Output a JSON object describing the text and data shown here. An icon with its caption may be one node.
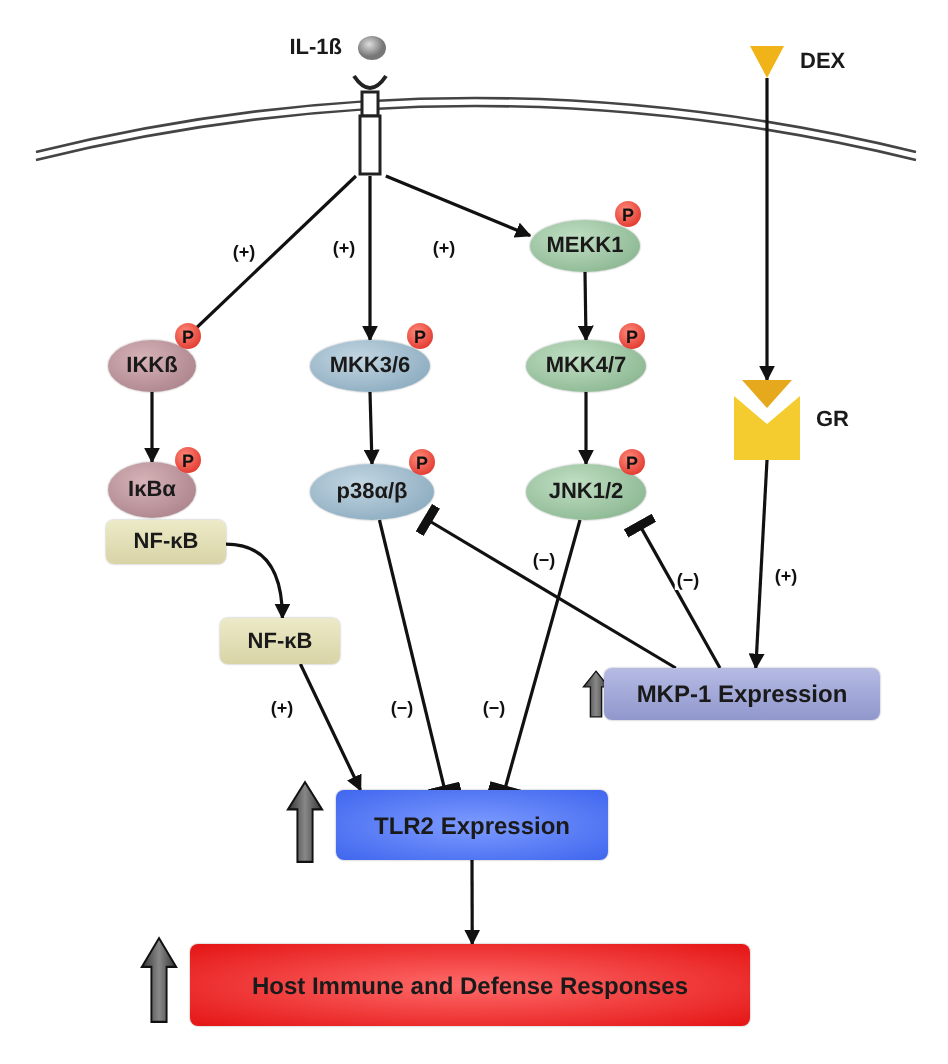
{
  "diagram": {
    "nodes": [
      {
        "text": [],
        "shape": "circle",
        "beside": [
          "IL-1ß"
        ]
      },
      {
        "text": [],
        "shape": "receptor"
      },
      {
        "text": [],
        "shape": "triangle",
        "beside": [
          "DEX"
        ]
      },
      {
        "text": [
          "MEKK1"
        ]
      },
      {
        "text": [
          "IKKß"
        ]
      },
      {
        "text": [
          "MKK3/6"
        ]
      },
      {
        "text": [
          "MKK4/7"
        ]
      },
      {
        "text": [],
        "shape": "box",
        "beside": [
          "GR"
        ]
      },
      {
        "text": [
          "IκBα"
        ]
      },
      {
        "text": [
          "p38α/β"
        ]
      },
      {
        "text": [
          "JNK1/2"
        ]
      },
      {
        "text": [
          "NF-κB"
        ]
      },
      {
        "text": [
          "NF-κB"
        ]
      },
      {
        "text": [
          "MKP-1 Expression"
        ]
      },
      {
        "text": [
          "TLR2 Expression"
        ]
      },
      {
        "text": [
          "Host Immune and Defense Responses"
        ]
      }
    ],
    "edges": [
      {
        "from": 1,
        "to": 4,
        "arrow": "to",
        "label": "(+)"
      },
      {
        "from": 1,
        "to": 5,
        "arrow": "to",
        "label": "(+)"
      },
      {
        "from": 1,
        "to": 3,
        "arrow": "to",
        "label": "(+)"
      },
      {
        "from": 2,
        "to": 7,
        "arrow": "to"
      },
      {
        "from": 3,
        "to": 6,
        "arrow": "to"
      },
      {
        "from": 4,
        "to": 8,
        "arrow": "to"
      },
      {
        "from": 5,
        "to": 9,
        "arrow": "to"
      },
      {
        "from": 6,
        "to": 10,
        "arrow": "to"
      },
      {
        "from": 11,
        "to": 12,
        "arrow": "to"
      },
      {
        "from": 7,
        "to": 13,
        "arrow": "to",
        "label": "(+)"
      },
      {
        "from": 13,
        "to": 9,
        "arrow": "other",
        "label": "(−)"
      },
      {
        "from": 13,
        "to": 10,
        "arrow": "other",
        "label": "(−)"
      },
      {
        "from": 12,
        "to": 14,
        "arrow": "to",
        "label": "(+)"
      },
      {
        "from": 9,
        "to": 14,
        "arrow": "other",
        "label": "(−)"
      },
      {
        "from": 10,
        "to": 14,
        "arrow": "other",
        "label": "(−)"
      },
      {
        "from": 14,
        "to": 15,
        "arrow": "to"
      }
    ],
    "labels": [
      "P",
      "P",
      "P",
      "P",
      "P",
      "P",
      "P"
    ]
  }
}
